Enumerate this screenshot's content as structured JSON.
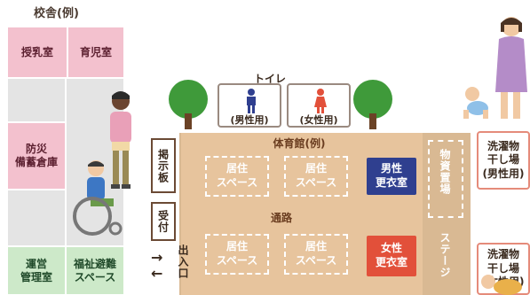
{
  "school": {
    "title": "校舎(例)"
  },
  "rooms": {
    "nursing": "授乳室",
    "childcare": "育児室",
    "disaster_storage": "防災\n備蓄倉庫",
    "management": "運営\n管理室",
    "welfare": "福祉避難\nスペース"
  },
  "toilet": {
    "title": "トイレ",
    "male": "(男性用)",
    "female": "(女性用)"
  },
  "gym": {
    "title": "体育館(例)",
    "living_space": "居住\nスペース",
    "male_changing": "男性\n更衣室",
    "female_changing": "女性\n更衣室",
    "corridor": "通路",
    "storage": "物資置場",
    "stage": "ステージ",
    "bulletin": "掲示板",
    "reception": "受付",
    "entrance": "出入口"
  },
  "laundry": {
    "male": "洗濯物\n干し場\n(男性用)",
    "female": "洗濯物\n干し場\n(女性用)"
  },
  "colors": {
    "pink_room": "#f3c1ce",
    "grey_room": "#e4e4e4",
    "green_room": "#cde9c9",
    "gym_floor": "#e7c49d",
    "male_blue": "#2f3f8f",
    "female_red": "#e2503a"
  }
}
